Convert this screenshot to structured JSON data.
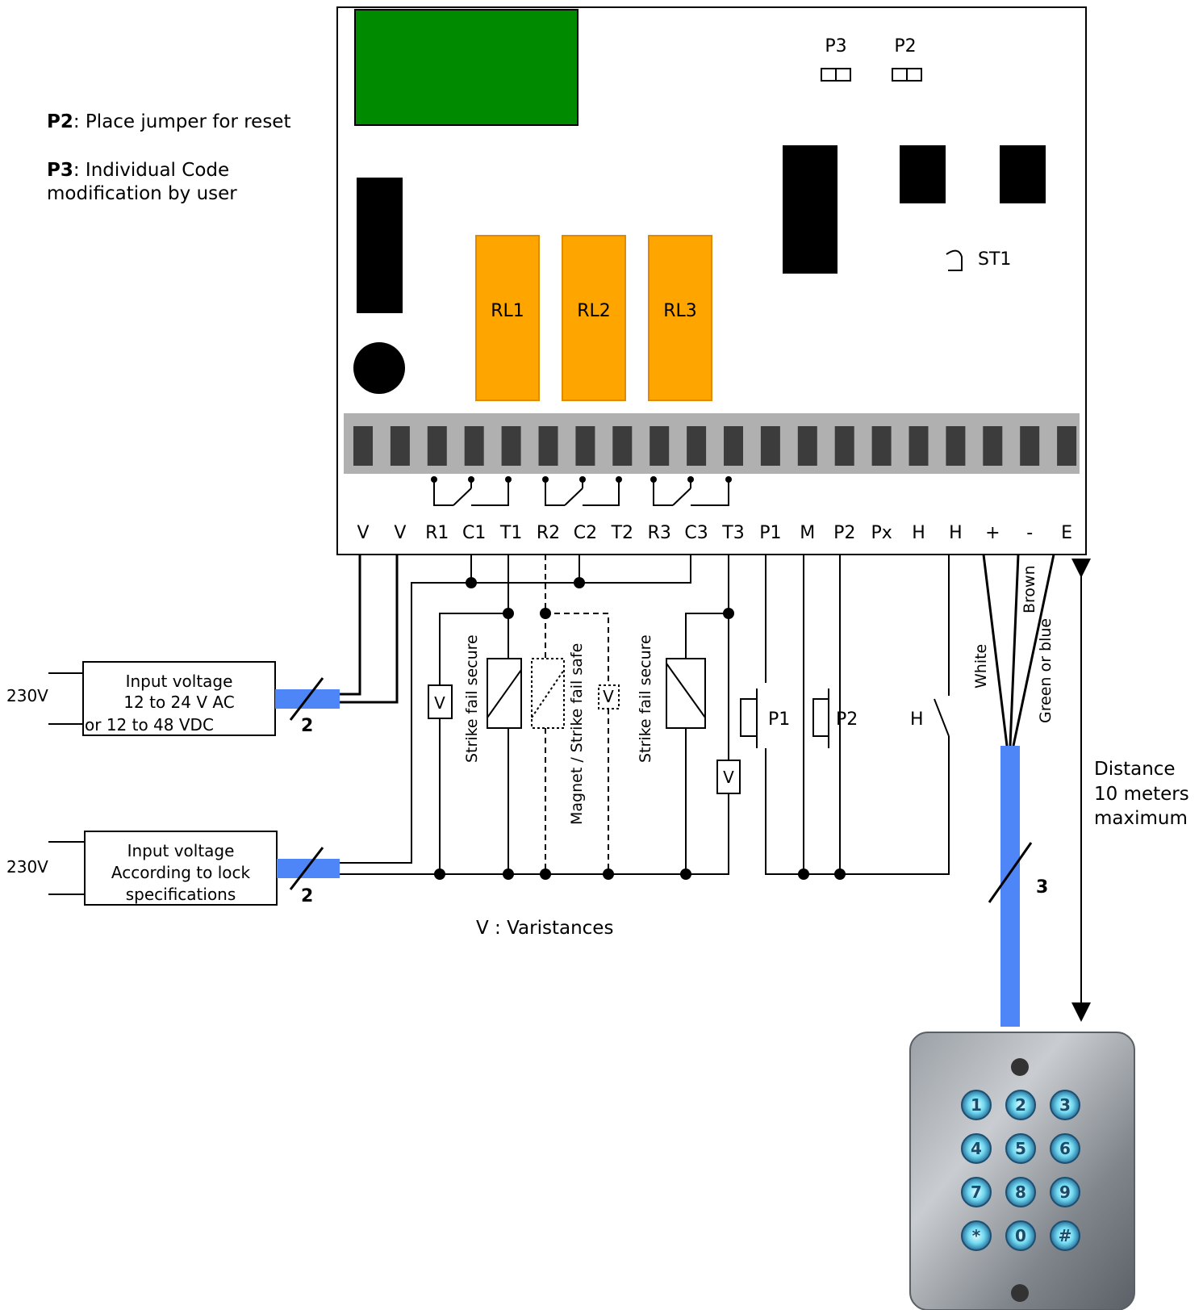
{
  "notes": {
    "p2_key": "P2",
    "p2_text": ": Place jumper for reset",
    "p3_key": "P3",
    "p3_text_line1": ": Individual Code",
    "p3_text_line2": "modification by user",
    "varistances": "V : Varistances"
  },
  "board": {
    "jumpers": {
      "p3": "P3",
      "p2": "P2"
    },
    "st1": "ST1",
    "relays": [
      "RL1",
      "RL2",
      "RL3"
    ],
    "terminals": [
      "V",
      "V",
      "R1",
      "C1",
      "T1",
      "R2",
      "C2",
      "T2",
      "R3",
      "C3",
      "T3",
      "P1",
      "M",
      "P2",
      "Px",
      "H",
      "H",
      "+",
      "-",
      "E"
    ]
  },
  "supplies": {
    "upper": {
      "mains": "230V",
      "line1": "Input voltage",
      "line2": "12 to 24 V AC",
      "line3": "or 12 to 48 VDC",
      "wires": "2"
    },
    "lower": {
      "mains": "230V",
      "line1": "Input voltage",
      "line2": "According to lock",
      "line3": "specifications",
      "wires": "2"
    }
  },
  "loads": {
    "strike1": "Strike fail secure",
    "magnet": "Magnet / Strike fail safe",
    "strike3": "Strike fail secure",
    "varistor": "V"
  },
  "buttons": {
    "p1": "P1",
    "p2": "P2",
    "h": "H"
  },
  "cable": {
    "white": "White",
    "brown": "Brown",
    "green": "Green or blue",
    "wires": "3",
    "distance_line1": "Distance",
    "distance_line2": "10 meters",
    "distance_line3": "maximum"
  },
  "keypad": {
    "keys": [
      "1",
      "2",
      "3",
      "4",
      "5",
      "6",
      "7",
      "8",
      "9",
      "*",
      "0",
      "#"
    ]
  },
  "colors": {
    "pcb_green": "#008a00",
    "relay_orange": "#ffa500",
    "cable_blue": "#4f86f7",
    "terminal_strip": "#b0b0b0"
  }
}
